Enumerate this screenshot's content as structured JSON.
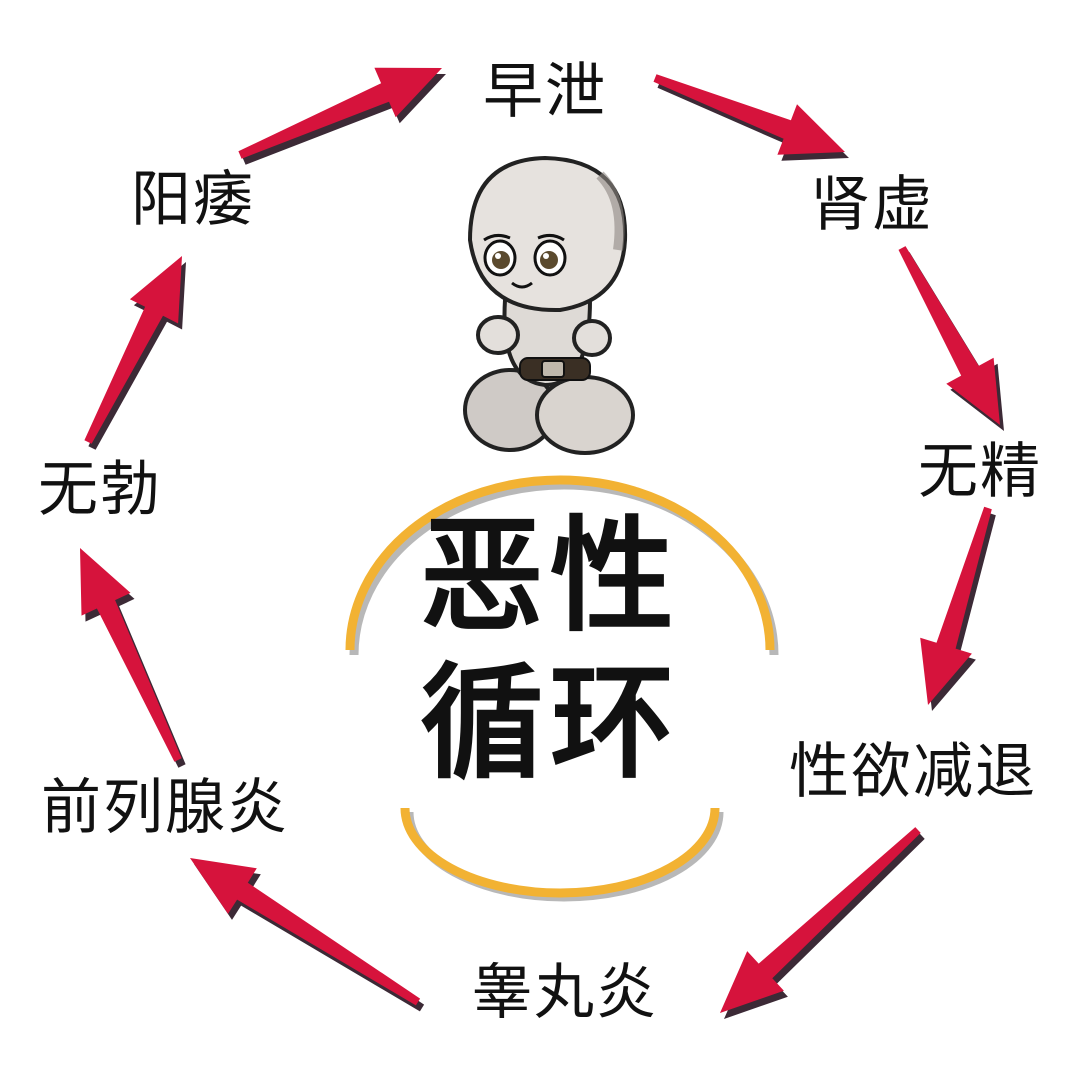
{
  "title": {
    "line1": "恶性",
    "line2": "循环"
  },
  "cycle_nodes": [
    {
      "id": "zaoxie",
      "label": "早泄"
    },
    {
      "id": "shenxu",
      "label": "肾虚"
    },
    {
      "id": "wujing",
      "label": "无精"
    },
    {
      "id": "xingyu",
      "label": "性欲减退"
    },
    {
      "id": "gaowan",
      "label": "睾丸炎"
    },
    {
      "id": "qianliexian",
      "label": "前列腺炎"
    },
    {
      "id": "wubo",
      "label": "无勃"
    },
    {
      "id": "yangwei",
      "label": "阳痿"
    }
  ],
  "edges": [
    {
      "from": "zaoxie",
      "to": "shenxu"
    },
    {
      "from": "shenxu",
      "to": "wujing"
    },
    {
      "from": "wujing",
      "to": "xingyu"
    },
    {
      "from": "xingyu",
      "to": "gaowan"
    },
    {
      "from": "gaowan",
      "to": "qianliexian"
    },
    {
      "from": "qianliexian",
      "to": "wubo"
    },
    {
      "from": "wubo",
      "to": "yangwei"
    },
    {
      "from": "yangwei",
      "to": "zaoxie"
    }
  ],
  "colors": {
    "arrow": "#d6133c",
    "arrow_shadow": "#3c2a36",
    "arc": "#f2b233",
    "arc_shadow": "#9a9a9a",
    "text": "#111111"
  },
  "mascot": {
    "icon": "cartoon-mascot"
  }
}
